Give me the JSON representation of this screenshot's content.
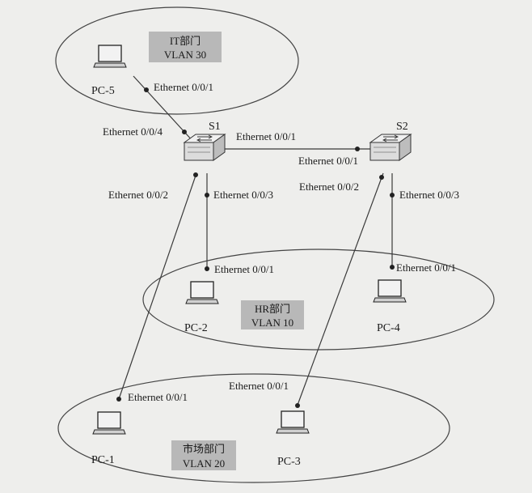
{
  "switches": {
    "s1": {
      "name": "S1"
    },
    "s2": {
      "name": "S2"
    }
  },
  "pcs": {
    "pc1": {
      "name": "PC-1"
    },
    "pc2": {
      "name": "PC-2"
    },
    "pc3": {
      "name": "PC-3"
    },
    "pc4": {
      "name": "PC-4"
    },
    "pc5": {
      "name": "PC-5"
    }
  },
  "departments": {
    "it": {
      "name": "IT部门",
      "vlan": "VLAN 30"
    },
    "hr": {
      "name": "HR部门",
      "vlan": "VLAN 10"
    },
    "market": {
      "name": "市场部门",
      "vlan": "VLAN 20"
    }
  },
  "ports": {
    "pc5_port": "Ethernet 0/0/1",
    "s1_port4": "Ethernet 0/0/4",
    "s1_port1": "Ethernet 0/0/1",
    "s2_port1": "Ethernet 0/0/1",
    "s1_port2": "Ethernet 0/0/2",
    "s1_port3": "Ethernet 0/0/3",
    "s2_port2": "Ethernet 0/0/2",
    "s2_port3": "Ethernet 0/0/3",
    "pc2_port": "Ethernet 0/0/1",
    "pc4_port": "Ethernet 0/0/1",
    "pc3_port": "Ethernet 0/0/1",
    "pc1_port": "Ethernet 0/0/1"
  },
  "colors": {
    "line": "#3a3a3a",
    "tag_fill": "#b8b8b8",
    "device_fill": "#d8d8d8",
    "screen_fill": "#f2f2f2"
  }
}
